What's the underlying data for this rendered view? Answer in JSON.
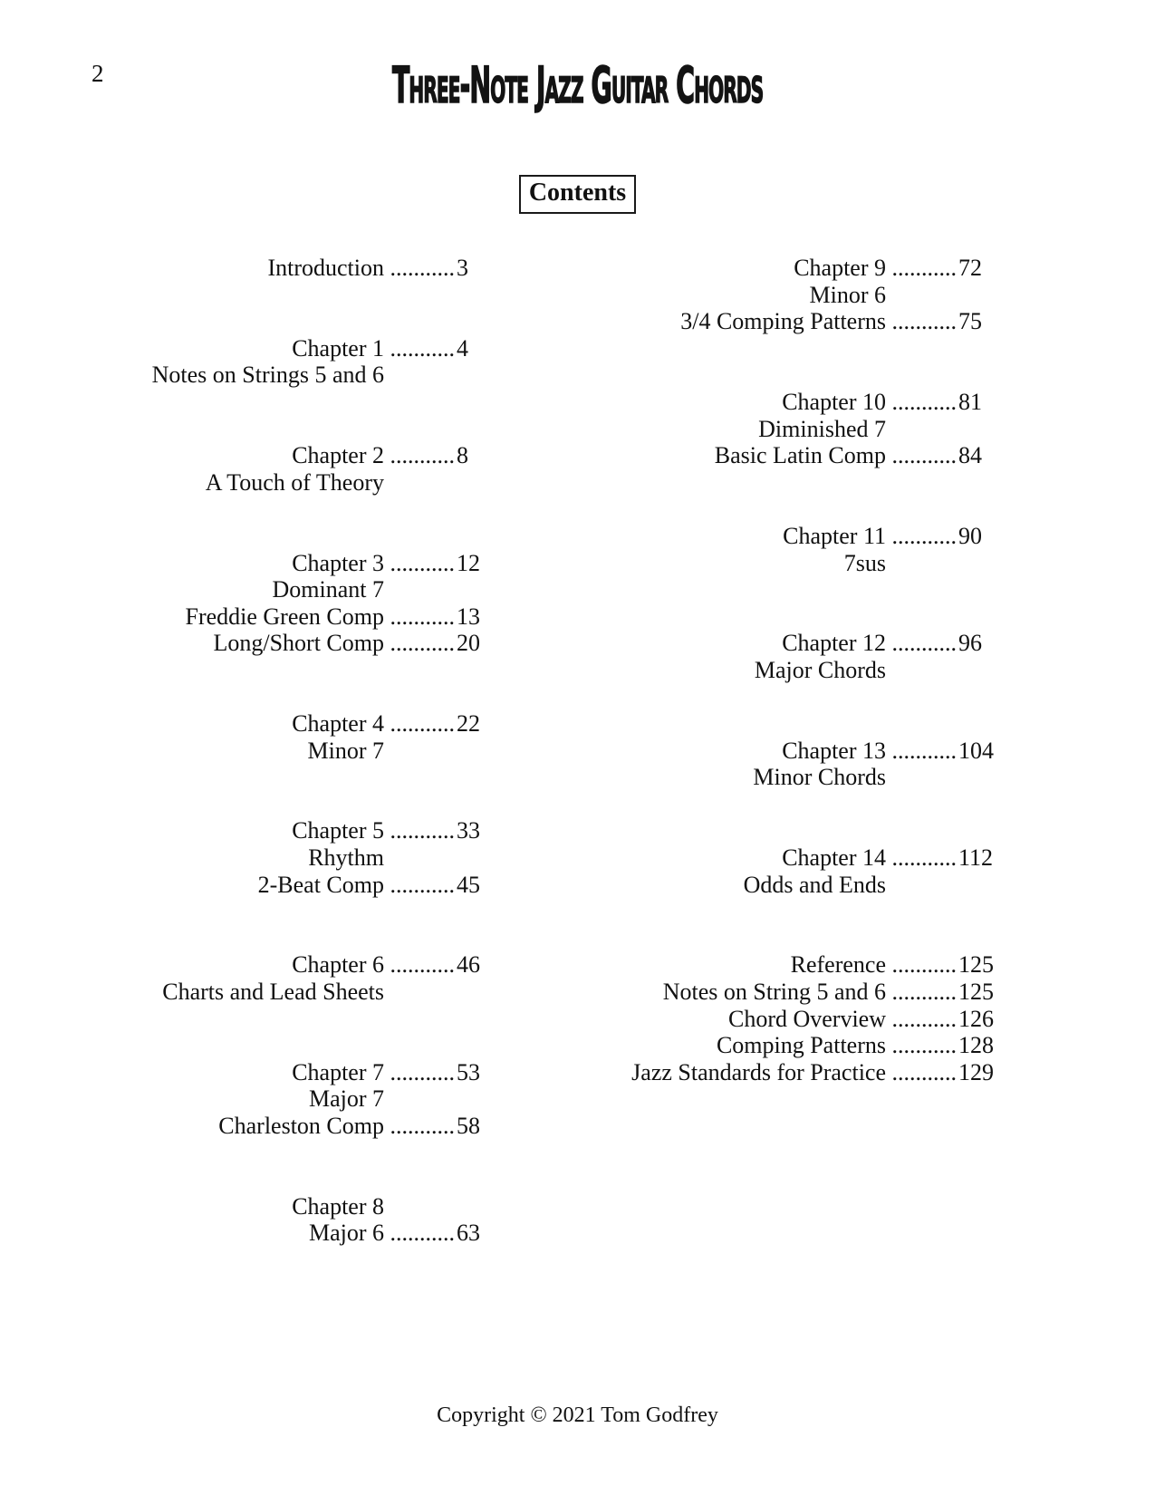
{
  "page": {
    "number": "2",
    "footer": "Copyright © 2021 Tom Godfrey"
  },
  "book_title": "Three-Note Jazz Guitar Chords",
  "contents_label": "Contents",
  "toc": {
    "leader_dots": "...........",
    "left_column": [
      {
        "lines": [
          {
            "title": "Introduction",
            "page": "3"
          }
        ]
      },
      {
        "lines": [
          {
            "title": "Chapter 1",
            "page": "4"
          },
          {
            "title": "Notes on Strings 5 and 6"
          }
        ]
      },
      {
        "lines": [
          {
            "title": "Chapter 2",
            "page": "8"
          },
          {
            "title": "A Touch of Theory"
          }
        ]
      },
      {
        "lines": [
          {
            "title": "Chapter 3",
            "page": "12"
          },
          {
            "title": "Dominant 7"
          },
          {
            "title": "Freddie Green Comp",
            "page": "13"
          },
          {
            "title": "Long/Short Comp",
            "page": "20"
          }
        ]
      },
      {
        "lines": [
          {
            "title": "Chapter 4",
            "page": "22"
          },
          {
            "title": "Minor 7"
          }
        ]
      },
      {
        "lines": [
          {
            "title": "Chapter 5",
            "page": "33"
          },
          {
            "title": "Rhythm"
          },
          {
            "title": "2-Beat Comp",
            "page": "45"
          }
        ]
      },
      {
        "lines": [
          {
            "title": "Chapter 6",
            "page": "46"
          },
          {
            "title": "Charts and Lead Sheets"
          }
        ]
      },
      {
        "lines": [
          {
            "title": "Chapter 7",
            "page": "53"
          },
          {
            "title": "Major 7"
          },
          {
            "title": "Charleston Comp",
            "page": "58"
          }
        ]
      },
      {
        "lines": [
          {
            "title": "Chapter 8"
          },
          {
            "title": "Major 6",
            "page": "63"
          }
        ]
      }
    ],
    "right_column": [
      {
        "lines": [
          {
            "title": "Chapter 9",
            "page": "72"
          },
          {
            "title": "Minor 6"
          },
          {
            "title": "3/4 Comping Patterns",
            "page": "75"
          }
        ]
      },
      {
        "lines": [
          {
            "title": "Chapter 10",
            "page": "81"
          },
          {
            "title": "Diminished 7"
          },
          {
            "title": "Basic Latin Comp",
            "page": "84"
          }
        ]
      },
      {
        "lines": [
          {
            "title": "Chapter 11",
            "page": "90"
          },
          {
            "title": "7sus"
          }
        ]
      },
      {
        "lines": [
          {
            "title": "Chapter 12",
            "page": "96"
          },
          {
            "title": "Major Chords"
          }
        ]
      },
      {
        "lines": [
          {
            "title": "Chapter 13",
            "page": "104"
          },
          {
            "title": "Minor Chords"
          }
        ]
      },
      {
        "lines": [
          {
            "title": "Chapter 14",
            "page": "112"
          },
          {
            "title": "Odds and Ends"
          }
        ]
      },
      {
        "lines": [
          {
            "title": "Reference",
            "page": "125"
          },
          {
            "title": "Notes on String 5 and 6",
            "page": "125"
          },
          {
            "title": "Chord Overview",
            "page": "126"
          },
          {
            "title": "Comping Patterns",
            "page": "128"
          },
          {
            "title": "Jazz Standards for Practice",
            "page": "129"
          }
        ]
      }
    ]
  }
}
